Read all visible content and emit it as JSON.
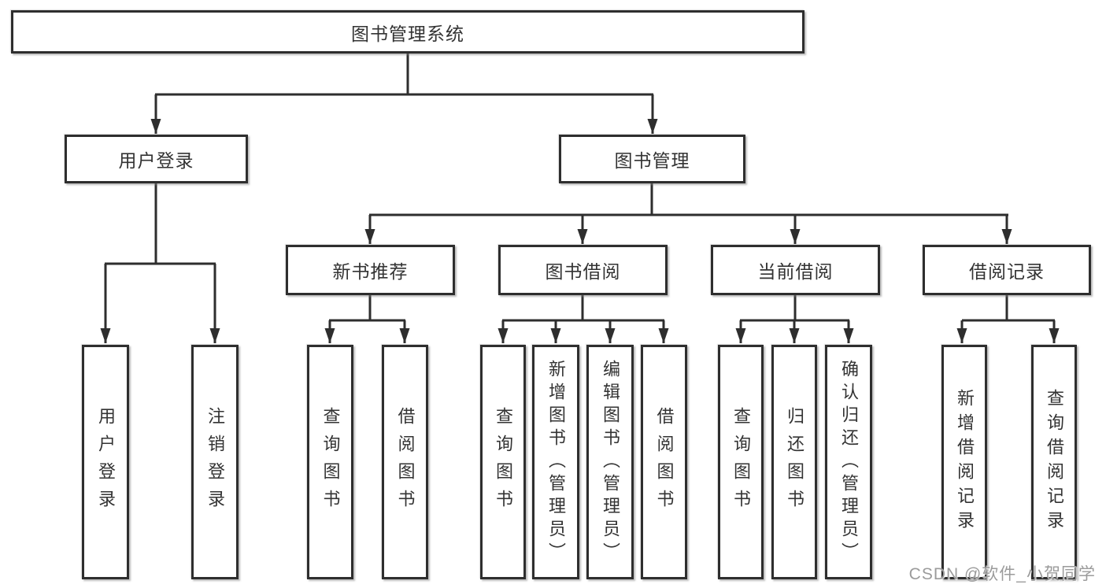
{
  "colors": {
    "line": "#2e2e2e",
    "box_border": "#2e2e2e",
    "box_background": "#ffffff",
    "text": "#333333",
    "watermark_text": "#9b9b9b",
    "background": "#ffffff"
  },
  "tree": {
    "root": {
      "label": "图书管理系统"
    },
    "level2": [
      {
        "label": "用户登录"
      },
      {
        "label": "图书管理"
      }
    ],
    "level3": [
      {
        "label": "新书推荐"
      },
      {
        "label": "图书借阅"
      },
      {
        "label": "当前借阅"
      },
      {
        "label": "借阅记录"
      }
    ],
    "level4": [
      {
        "label": "用户登录"
      },
      {
        "label": "注销登录"
      },
      {
        "label": "查询图书"
      },
      {
        "label": "借阅图书"
      },
      {
        "label": "查询图书"
      },
      {
        "label": "新增图书（管理员）"
      },
      {
        "label": "编辑图书（管理员）"
      },
      {
        "label": "借阅图书"
      },
      {
        "label": "查询图书"
      },
      {
        "label": "归还图书"
      },
      {
        "label": "确认归还（管理员）"
      },
      {
        "label": "新增借阅记录"
      },
      {
        "label": "查询借阅记录"
      }
    ]
  },
  "watermark": {
    "text": "CSDN @软件_小贺同学"
  }
}
